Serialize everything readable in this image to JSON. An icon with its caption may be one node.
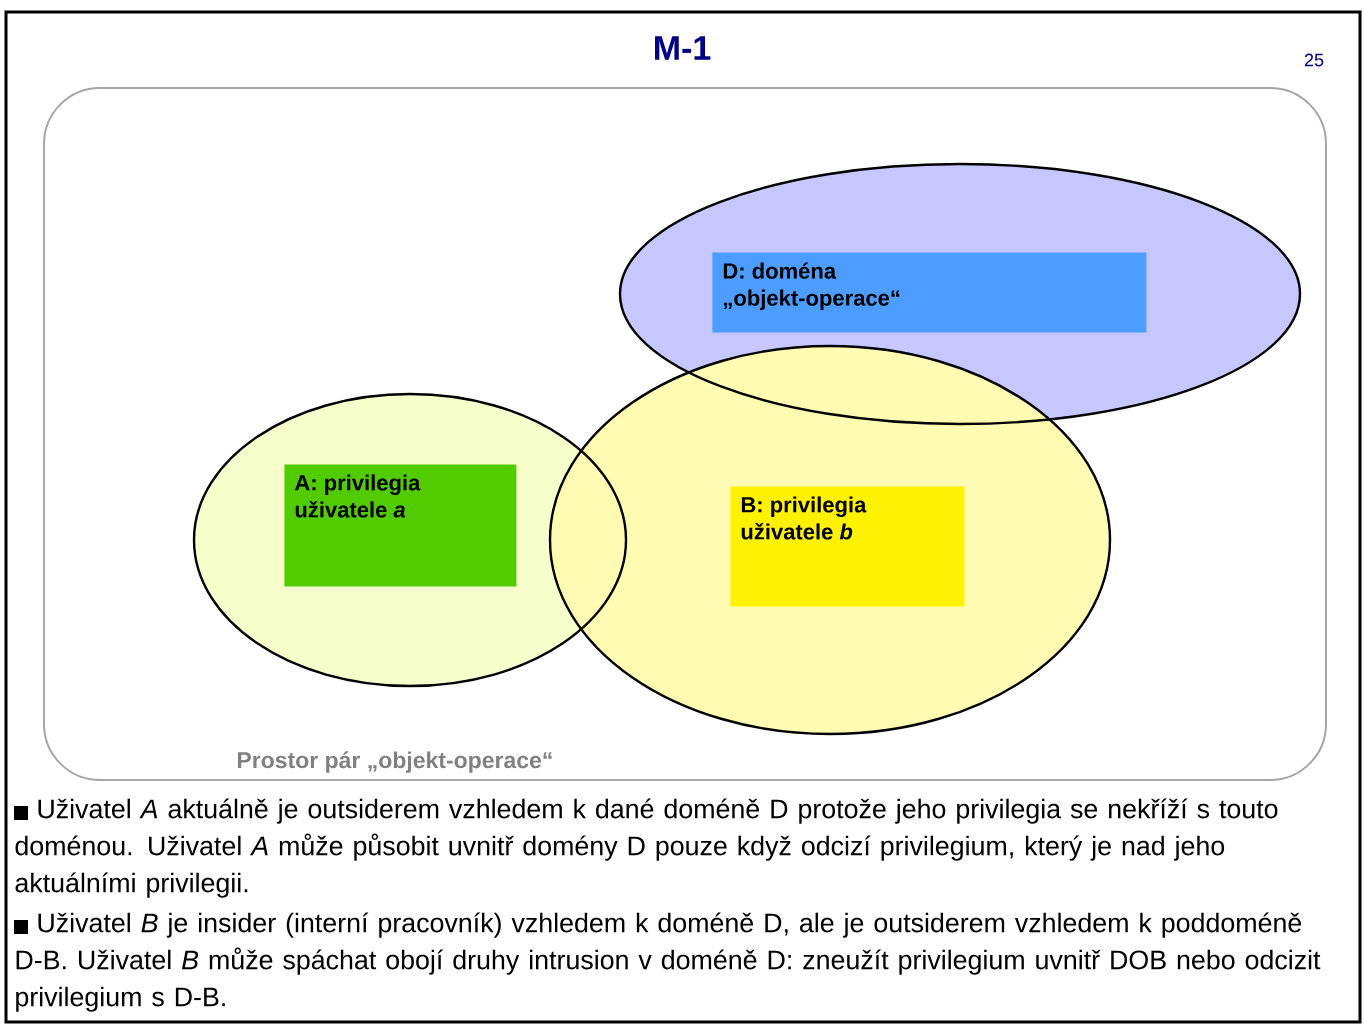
{
  "diagram": {
    "title": "M-1",
    "nodes": [
      {
        "text": [
          "Prostor pár „objekt-operace“"
        ]
      },
      {
        "text": [],
        "shape": "ellipse",
        "in": 0
      },
      {
        "text": [
          "D: doména „objekt-operace“"
        ],
        "in": 1
      },
      {
        "text": [],
        "shape": "ellipse",
        "in": 0
      },
      {
        "text": [
          "A: privilegia uživatele *a*"
        ],
        "in": 3
      },
      {
        "text": [],
        "shape": "ellipse",
        "in": 0
      },
      {
        "text": [
          "B: privilegia uživatele *b*"
        ],
        "in": 5
      }
    ],
    "labels": [
      "25",
      "Uživatel *A*  aktuálně je outsiderem vzhledem k dané doméně D protože jeho privilegia se nekříží s touto doménou. Uživatel *A* může působit uvnitř domény D pouze když odcizí privilegium, který je nad jeho aktuálními privilegii.",
      "Uživatel *B* je insider (interní pracovník) vzhledem k doméně D, ale je outsiderem vzhledem k poddoméně D-B. Uživatel *B* může spáchat obojí druhy intrusion v doméně D: zneužít privilegium uvnitř DOB nebo odcizit privilegium s D-B."
    ]
  }
}
